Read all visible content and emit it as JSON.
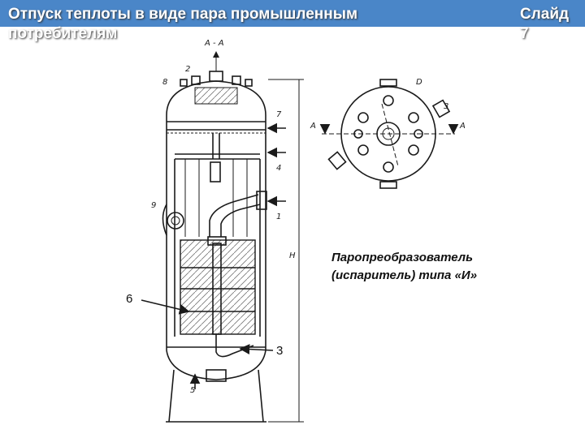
{
  "header": {
    "title": "Отпуск теплоты в виде пара промышленным потребителям",
    "slide_label": "Слайд 7",
    "bg_color": "#4a86c8"
  },
  "caption": "Паропреобразователь (испаритель) типа «И»",
  "callouts": {
    "left_6": "6",
    "right_3": "3"
  },
  "drawing": {
    "section_label": "А - А",
    "labels": {
      "n1": "1",
      "n2": "2",
      "n3": "3",
      "n4": "4",
      "n5": "5",
      "n7": "7",
      "n8": "8",
      "n9": "9",
      "height": "H",
      "diameter": "D"
    },
    "plan_section_left": "А",
    "plan_section_right": "А"
  }
}
